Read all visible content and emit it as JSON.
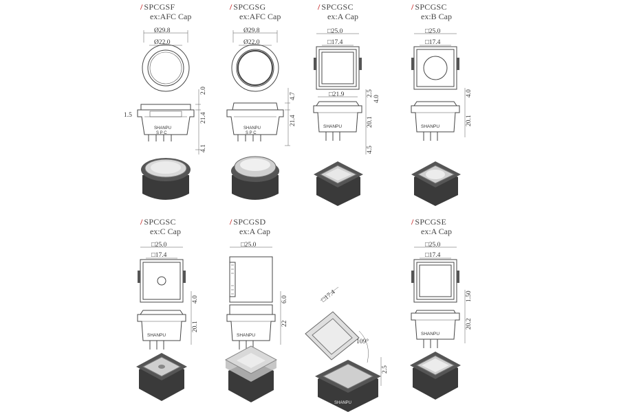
{
  "items": [
    {
      "model": "SPCGSF",
      "cap": "ex:AFC Cap",
      "top_dims": [
        "Ø29.8",
        "Ø22.0"
      ],
      "side_dims": [
        "2.0",
        "21.4",
        "1.5",
        "4.1"
      ],
      "body_text": [
        "SHANPU",
        "S P C"
      ],
      "shape": "round"
    },
    {
      "model": "SPCGSG",
      "cap": "ex:AFC Cap",
      "top_dims": [
        "Ø29.8",
        "Ø22.0"
      ],
      "side_dims": [
        "4.7",
        "21.4"
      ],
      "body_text": [
        "SHANPU",
        "S P C"
      ],
      "shape": "round2"
    },
    {
      "model": "SPCGSC",
      "cap": "ex:A Cap",
      "top_dims": [
        "□25.0",
        "□17.4"
      ],
      "side_dims": [
        "□21.9",
        "2.5",
        "4.0",
        "20.1",
        "4.5"
      ],
      "body_text": [
        "SHANPU"
      ],
      "shape": "squareA"
    },
    {
      "model": "SPCGSC",
      "cap": "ex:B Cap",
      "top_dims": [
        "□25.0",
        "□17.4"
      ],
      "side_dims": [
        "4.0",
        "20.1"
      ],
      "body_text": [
        "SHANPU"
      ],
      "shape": "squareB"
    },
    {
      "model": "SPCGSC",
      "cap": "ex:C Cap",
      "top_dims": [
        "□25.0",
        "□17.4"
      ],
      "side_dims": [
        "4.0",
        "20.1"
      ],
      "body_text": [
        "SHANPU"
      ],
      "shape": "squareC"
    },
    {
      "model": "SPCGSD",
      "cap": "ex:A Cap",
      "top_dims": [
        "□25.0"
      ],
      "side_dims": [
        "6.0",
        "22"
      ],
      "body_text": [
        "SHANPU"
      ],
      "shape": "squareD"
    },
    {
      "model": "SPCGSE",
      "cap": "ex:A Cap",
      "top_dims": [
        "□25.0",
        "□17.4"
      ],
      "side_dims": [
        "1.50",
        "20.2"
      ],
      "body_text": [
        "SHANPU"
      ],
      "shape": "squareE"
    }
  ],
  "flip": {
    "dims": [
      "□17.4",
      "109°",
      "2.5"
    ],
    "body_text": "SHANPU"
  },
  "colors": {
    "accent": "#c62828",
    "line": "#444444",
    "housing": "#3c3c3c"
  }
}
